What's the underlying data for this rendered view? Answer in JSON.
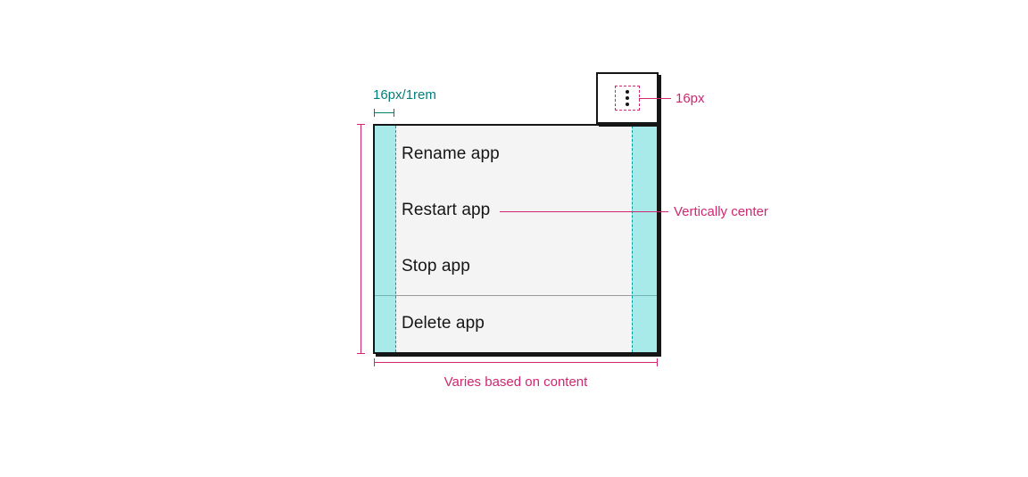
{
  "menu": {
    "items": [
      {
        "label": "Rename app"
      },
      {
        "label": "Restart app"
      },
      {
        "label": "Stop app"
      },
      {
        "label": "Delete app"
      }
    ]
  },
  "annotations": {
    "padding": "16px/1rem",
    "icon_size": "16px",
    "vertical_center": "Vertically center",
    "width": "Varies based on content"
  },
  "colors": {
    "teal_annotation": "#007d79",
    "teal_highlight": "#3ddbd9",
    "pink_annotation": "#d02670",
    "menu_background": "#f4f4f4",
    "button_background": "#ffffff",
    "border": "#161616",
    "text": "#161616"
  }
}
